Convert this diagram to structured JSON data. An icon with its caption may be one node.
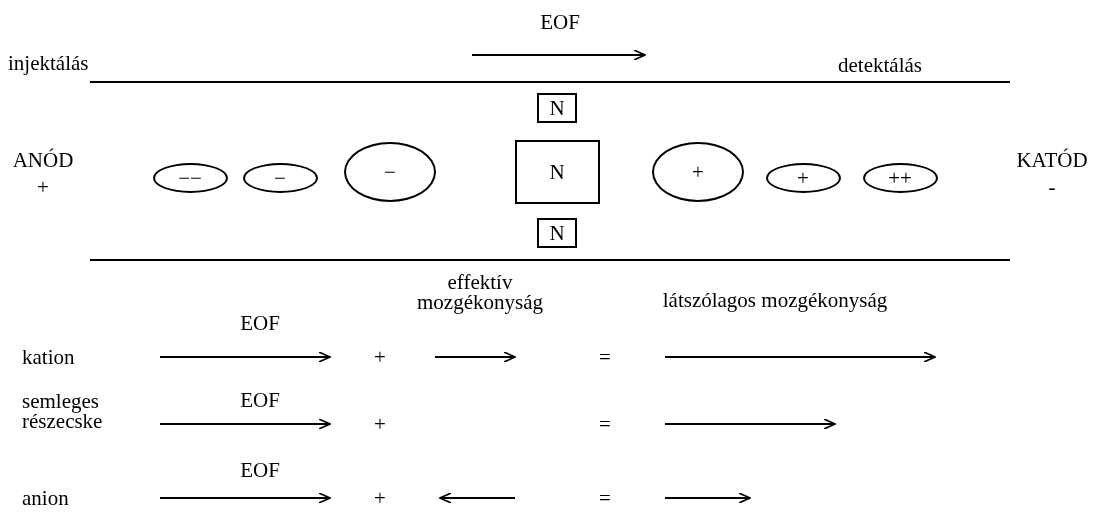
{
  "diagram": {
    "nodes": [
      {
        "text": [
          "−−"
        ]
      },
      {
        "text": [
          "−"
        ]
      },
      {
        "text": [
          "−"
        ]
      },
      {
        "text": [
          "N"
        ]
      },
      {
        "text": [
          "N"
        ]
      },
      {
        "text": [
          "N"
        ]
      },
      {
        "text": [
          "+"
        ]
      },
      {
        "text": [
          "+"
        ]
      },
      {
        "text": [
          "++"
        ]
      }
    ],
    "edges": [],
    "labels": [
      "EOF",
      "injektálás",
      "detektálás",
      "ANÓD",
      "+",
      "KATÓD",
      "-",
      "effektív mozgékonyság",
      "látszólagos mozgékonyság",
      "EOF",
      "kation",
      "+",
      "=",
      "semleges részecske",
      "EOF",
      "+",
      "=",
      "EOF",
      "anion",
      "+",
      "="
    ]
  }
}
